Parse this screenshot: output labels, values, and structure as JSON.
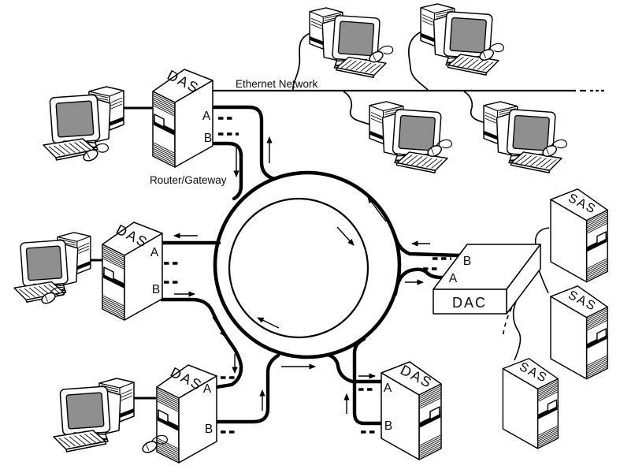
{
  "diagram": {
    "ethernet_label": "Ethernet Network",
    "router_caption": "Router/Gateway"
  },
  "devices": {
    "das_router": {
      "label": "DAS",
      "port_a": "A",
      "port_b": "B"
    },
    "das_left": {
      "label": "DAS",
      "port_a": "A",
      "port_b": "B"
    },
    "das_bottom_left": {
      "label": "DAS",
      "port_a": "A",
      "port_b": "B"
    },
    "das_bottom_right": {
      "label": "DAS",
      "port_a": "A",
      "port_b": "B"
    },
    "dac": {
      "label": "DAC",
      "port_a": "A",
      "port_b": "B"
    },
    "sas_top": {
      "label": "SAS"
    },
    "sas_middle": {
      "label": "SAS"
    },
    "sas_bottom": {
      "label": "SAS"
    }
  },
  "colors": {
    "line": "#000000",
    "background": "#ffffff",
    "screen_gray": "#8f8f8f"
  }
}
